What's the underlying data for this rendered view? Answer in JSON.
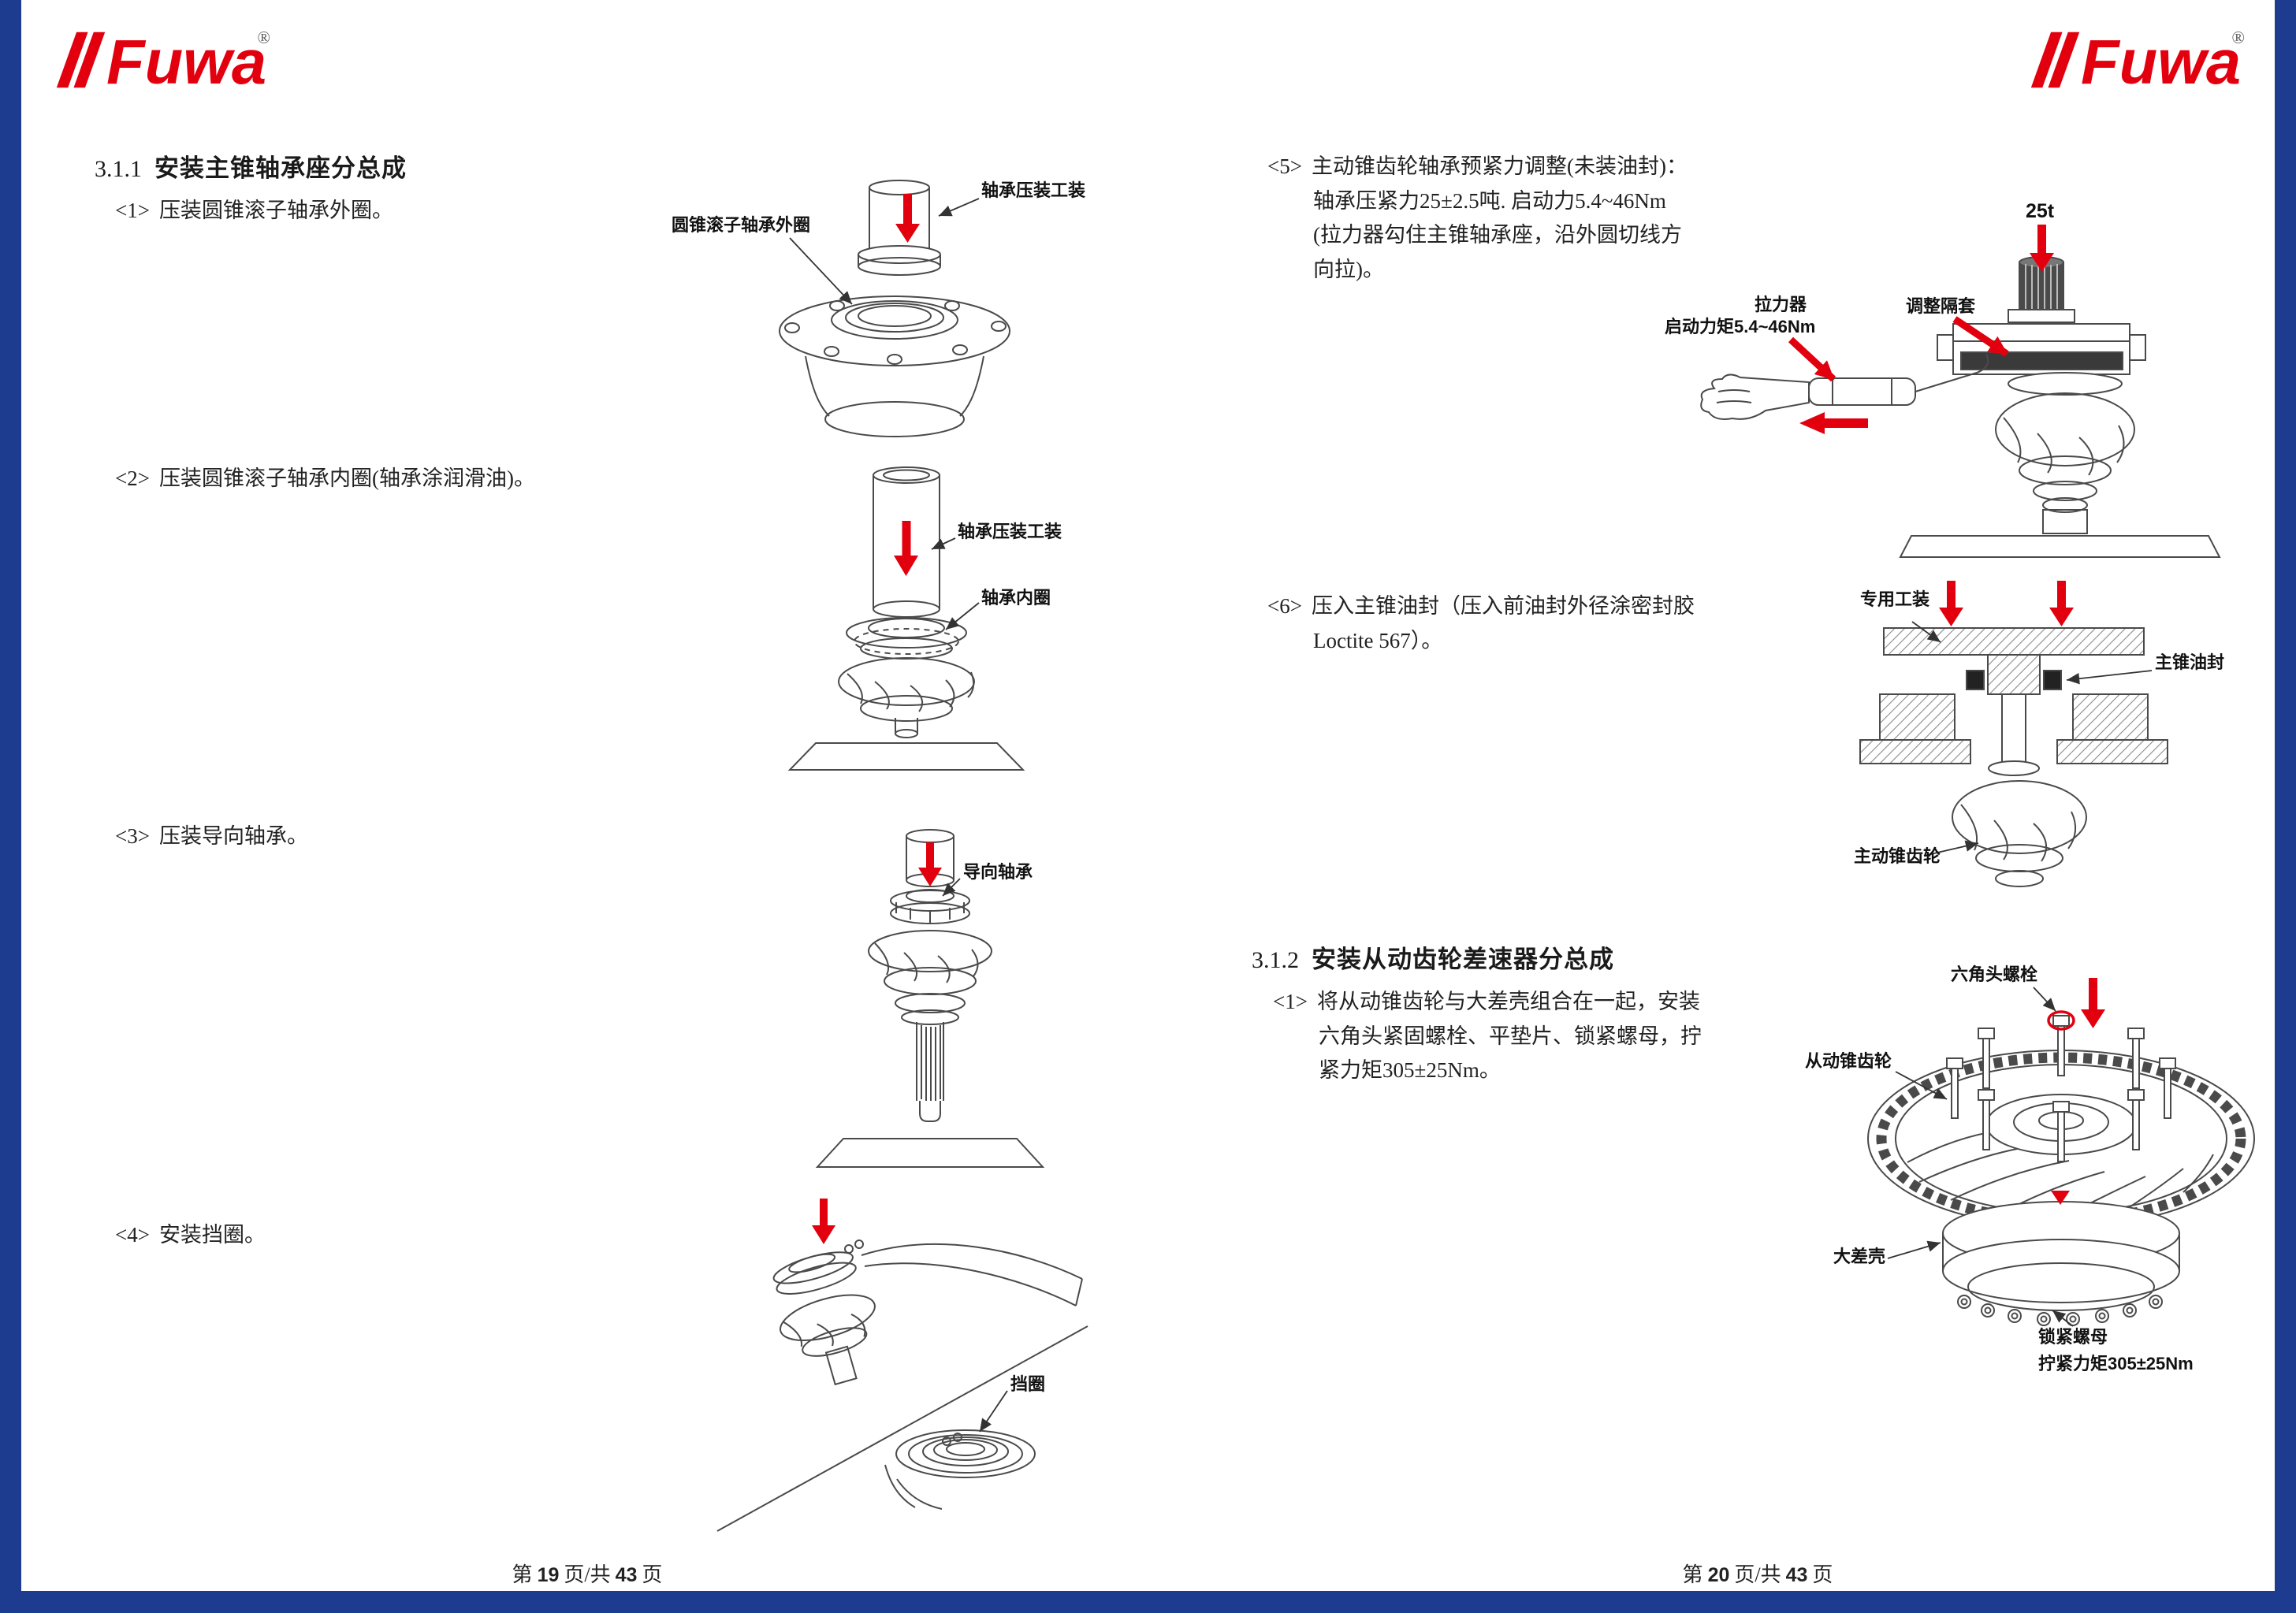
{
  "meta": {
    "accent_red": "#e2000f",
    "border_blue": "#1d3c8f",
    "line_color": "#4a4a4a"
  },
  "left_page": {
    "logo_text": "Fuwa",
    "logo_reg": "®",
    "section": {
      "number": "3.1.1",
      "title": "安装主锥轴承座分总成"
    },
    "steps": [
      {
        "num": "<1>",
        "lines": [
          "压装圆锥滚子轴承外圈。"
        ]
      },
      {
        "num": "<2>",
        "lines": [
          "压装圆锥滚子轴承内圈(轴承涂润滑油)。"
        ]
      },
      {
        "num": "<3>",
        "lines": [
          "压装导向轴承。"
        ]
      },
      {
        "num": "<4>",
        "lines": [
          "安装挡圈。"
        ]
      }
    ],
    "fig1": {
      "labels": {
        "outer_race": "圆锥滚子轴承外圈",
        "press_tool": "轴承压装工装"
      }
    },
    "fig2": {
      "labels": {
        "press_tool": "轴承压装工装",
        "inner_race": "轴承内圈"
      }
    },
    "fig3": {
      "labels": {
        "guide_bearing": "导向轴承"
      }
    },
    "fig4": {
      "labels": {
        "snap_ring": "挡圈"
      }
    },
    "footer": {
      "p1": "第",
      "page_num": "19",
      "p2": "页/共",
      "total": "43",
      "p3": "页"
    }
  },
  "right_page": {
    "logo_text": "Fuwa",
    "logo_reg": "®",
    "step5": {
      "num": "<5>",
      "lines": [
        "主动锥齿轮轴承预紧力调整(未装油封)：",
        "轴承压紧力25±2.5吨. 启动力5.4~46Nm",
        "(拉力器勾住主锥轴承座，沿外圆切线方",
        "向拉)。"
      ]
    },
    "fig5": {
      "labels": {
        "load": "25t",
        "puller": "拉力器",
        "torque": "启动力矩5.4~46Nm",
        "spacer": "调整隔套"
      }
    },
    "step6": {
      "num": "<6>",
      "lines": [
        "压入主锥油封（压入前油封外径涂密封胶",
        "Loctite 567）。"
      ]
    },
    "fig6": {
      "labels": {
        "tool": "专用工装",
        "seal": "主锥油封",
        "pinion": "主动锥齿轮"
      }
    },
    "section": {
      "number": "3.1.2",
      "title": "安装从动齿轮差速器分总成"
    },
    "step1": {
      "num": "<1>",
      "lines": [
        "将从动锥齿轮与大差壳组合在一起，安装",
        "六角头紧固螺栓、平垫片、锁紧螺母，拧",
        "紧力矩305±25Nm。"
      ]
    },
    "fig7": {
      "labels": {
        "bolt": "六角头螺栓",
        "ring_gear": "从动锥齿轮",
        "diff_case": "大差壳",
        "lock_nut": "锁紧螺母",
        "torque": "拧紧力矩305±25Nm"
      }
    },
    "footer": {
      "p1": "第",
      "page_num": "20",
      "p2": "页/共",
      "total": "43",
      "p3": "页"
    }
  }
}
